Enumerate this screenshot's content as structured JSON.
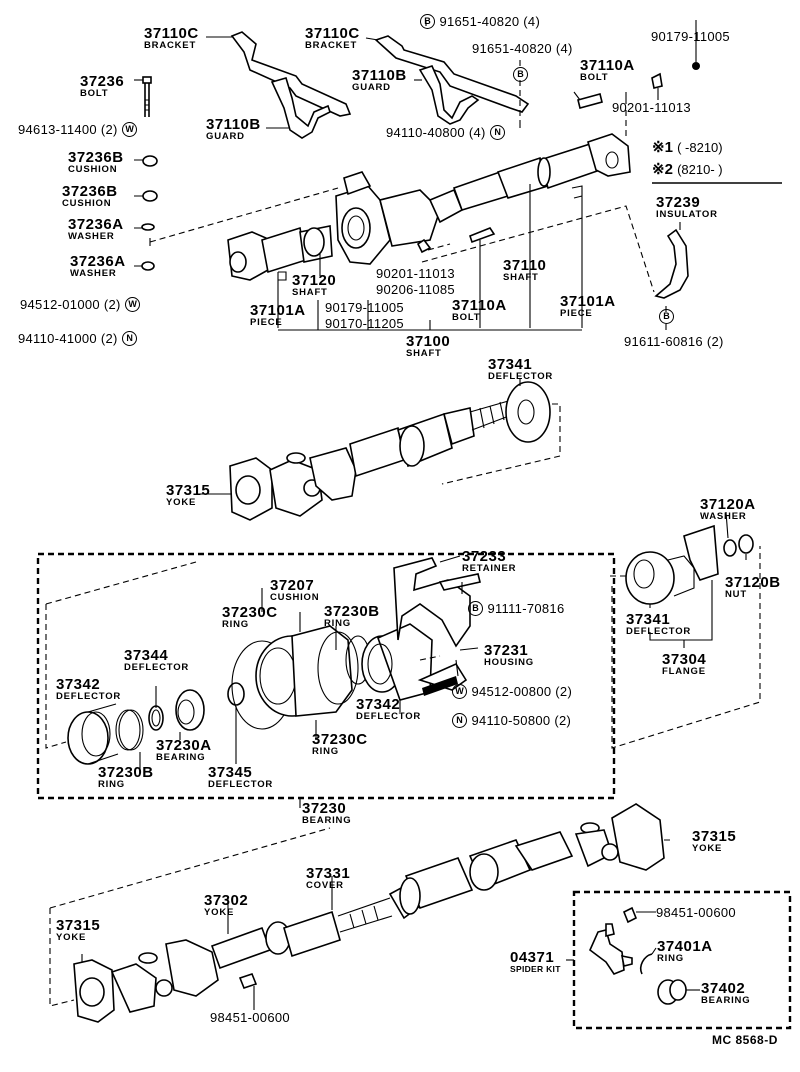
{
  "diagram": {
    "title_ref": "MC 8568-D",
    "notes": [
      {
        "mark": "※1",
        "range": "(        -8210)"
      },
      {
        "mark": "※2",
        "range": "(8210-        )"
      }
    ],
    "hardware_badges": {
      "bolt": "B",
      "washer": "W",
      "nut": "N"
    },
    "upper_assembly": {
      "parts": [
        {
          "no": "37110C",
          "name": "BRACKET"
        },
        {
          "no": "37110C",
          "name": "BRACKET"
        },
        {
          "no": "37110B",
          "name": "GUARD"
        },
        {
          "no": "37110B",
          "name": "GUARD"
        },
        {
          "no": "37236",
          "name": "BOLT"
        },
        {
          "no": "37236B",
          "name": "CUSHION"
        },
        {
          "no": "37236B",
          "name": "CUSHION"
        },
        {
          "no": "37236A",
          "name": "WASHER"
        },
        {
          "no": "37236A",
          "name": "WASHER"
        },
        {
          "no": "37110A",
          "name": "BOLT"
        },
        {
          "no": "37110A",
          "name": "BOLT"
        },
        {
          "no": "37239",
          "name": "INSULATOR"
        },
        {
          "no": "37120",
          "name": "SHAFT"
        },
        {
          "no": "37110",
          "name": "SHAFT"
        },
        {
          "no": "37101A",
          "name": "PIECE"
        },
        {
          "no": "37101A",
          "name": "PIECE"
        },
        {
          "no": "37100",
          "name": "SHAFT"
        }
      ],
      "hardware": [
        {
          "no": "91651-40820 (4)",
          "badge": "B"
        },
        {
          "no": "91651-40820 (4)",
          "badge": "B"
        },
        {
          "no": "94110-40800 (4)",
          "badge": "N"
        },
        {
          "no": "90179-11005"
        },
        {
          "no": "90201-11013"
        },
        {
          "no": "94613-11400 (2)",
          "badge": "W"
        },
        {
          "no": "94512-01000 (2)",
          "badge": "W"
        },
        {
          "no": "94110-41000 (2)",
          "badge": "N"
        },
        {
          "no": "90201-11013"
        },
        {
          "no": "90206-11085"
        },
        {
          "no": "90179-11005"
        },
        {
          "no": "90170-11205"
        },
        {
          "no": "91611-60816 (2)",
          "badge": "B"
        }
      ]
    },
    "middle_assembly": {
      "parts": [
        {
          "no": "37341",
          "name": "DEFLECTOR"
        },
        {
          "no": "37315",
          "name": "YOKE"
        }
      ]
    },
    "bearing_assembly": {
      "parts": [
        {
          "no": "37233",
          "name": "RETAINER"
        },
        {
          "no": "37207",
          "name": "CUSHION"
        },
        {
          "no": "37230C",
          "name": "RING"
        },
        {
          "no": "37230B",
          "name": "RING"
        },
        {
          "no": "37231",
          "name": "HOUSING"
        },
        {
          "no": "37344",
          "name": "DEFLECTOR"
        },
        {
          "no": "37342",
          "name": "DEFLECTOR"
        },
        {
          "no": "37342",
          "name": "DEFLECTOR"
        },
        {
          "no": "37230A",
          "name": "BEARING"
        },
        {
          "no": "37230C",
          "name": "RING"
        },
        {
          "no": "37230B",
          "name": "RING"
        },
        {
          "no": "37345",
          "name": "DEFLECTOR"
        },
        {
          "no": "37230",
          "name": "BEARING"
        }
      ],
      "hardware": [
        {
          "no": "91111-70816",
          "badge": "B"
        },
        {
          "no": "94512-00800 (2)",
          "badge": "W"
        },
        {
          "no": "94110-50800 (2)",
          "badge": "N"
        }
      ]
    },
    "flange_assembly": {
      "parts": [
        {
          "no": "37120A",
          "name": "WASHER"
        },
        {
          "no": "37120B",
          "name": "NUT"
        },
        {
          "no": "37341",
          "name": "DEFLECTOR"
        },
        {
          "no": "37304",
          "name": "FLANGE"
        }
      ]
    },
    "lower_assembly": {
      "parts": [
        {
          "no": "37315",
          "name": "YOKE"
        },
        {
          "no": "37331",
          "name": "COVER"
        },
        {
          "no": "37302",
          "name": "YOKE"
        },
        {
          "no": "37315",
          "name": "YOKE"
        }
      ],
      "hardware": [
        {
          "no": "98451-00600"
        }
      ]
    },
    "spider_kit": {
      "kit": {
        "no": "04371",
        "name": "SPIDER KIT"
      },
      "parts": [
        {
          "no": "98451-00600"
        },
        {
          "no": "37401A",
          "name": "RING"
        },
        {
          "no": "37402",
          "name": "BEARING"
        }
      ]
    }
  }
}
